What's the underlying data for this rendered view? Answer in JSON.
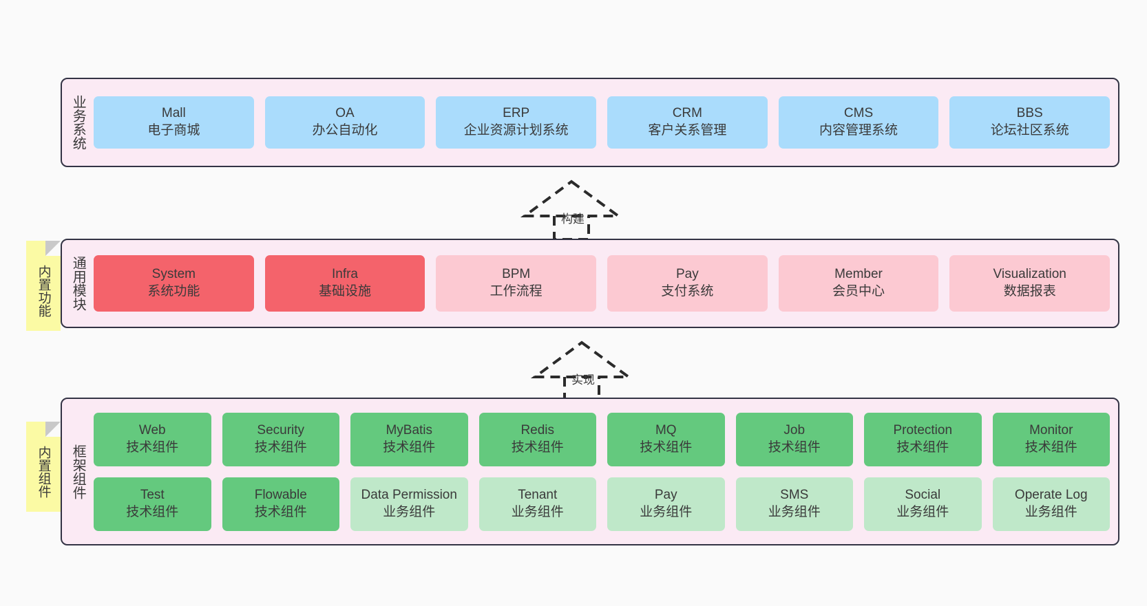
{
  "diagram": {
    "background_color": "#fafafa",
    "layer_fill": "#fbeaf4",
    "layer_border": "#333344",
    "note_color": "#fbfaa4"
  },
  "layers": [
    {
      "id": "business-system",
      "title": "业务系统",
      "color": "#aadcfc",
      "note": null,
      "rows": [
        [
          {
            "en": "Mall",
            "cn": "电子商城"
          },
          {
            "en": "OA",
            "cn": "办公自动化"
          },
          {
            "en": "ERP",
            "cn": "企业资源计划系统"
          },
          {
            "en": "CRM",
            "cn": "客户关系管理"
          },
          {
            "en": "CMS",
            "cn": "内容管理系统"
          },
          {
            "en": "BBS",
            "cn": "论坛社区系统"
          }
        ]
      ]
    },
    {
      "id": "common-module",
      "title": "通用模块",
      "note": "内置功能",
      "rows": [
        [
          {
            "en": "System",
            "cn": "系统功能",
            "color": "#f4636b"
          },
          {
            "en": "Infra",
            "cn": "基础设施",
            "color": "#f4636b"
          },
          {
            "en": "BPM",
            "cn": "工作流程",
            "color": "#fcc9d2"
          },
          {
            "en": "Pay",
            "cn": "支付系统",
            "color": "#fcc9d2"
          },
          {
            "en": "Member",
            "cn": "会员中心",
            "color": "#fcc9d2"
          },
          {
            "en": "Visualization",
            "cn": "数据报表",
            "color": "#fcc9d2"
          }
        ]
      ]
    },
    {
      "id": "framework-component",
      "title": "框架组件",
      "note": "内置组件",
      "rows": [
        [
          {
            "en": "Web",
            "cn": "技术组件",
            "color": "#64c97e"
          },
          {
            "en": "Security",
            "cn": "技术组件",
            "color": "#64c97e"
          },
          {
            "en": "MyBatis",
            "cn": "技术组件",
            "color": "#64c97e"
          },
          {
            "en": "Redis",
            "cn": "技术组件",
            "color": "#64c97e"
          },
          {
            "en": "MQ",
            "cn": "技术组件",
            "color": "#64c97e"
          },
          {
            "en": "Job",
            "cn": "技术组件",
            "color": "#64c97e"
          },
          {
            "en": "Protection",
            "cn": "技术组件",
            "color": "#64c97e"
          },
          {
            "en": "Monitor",
            "cn": "技术组件",
            "color": "#64c97e"
          }
        ],
        [
          {
            "en": "Test",
            "cn": "技术组件",
            "color": "#64c97e"
          },
          {
            "en": "Flowable",
            "cn": "技术组件",
            "color": "#64c97e"
          },
          {
            "en": "Data Permission",
            "cn": "业务组件",
            "color": "#bfe8c9"
          },
          {
            "en": "Tenant",
            "cn": "业务组件",
            "color": "#bfe8c9"
          },
          {
            "en": "Pay",
            "cn": "业务组件",
            "color": "#bfe8c9"
          },
          {
            "en": "SMS",
            "cn": "业务组件",
            "color": "#bfe8c9"
          },
          {
            "en": "Social",
            "cn": "业务组件",
            "color": "#bfe8c9"
          },
          {
            "en": "Operate Log",
            "cn": "业务组件",
            "color": "#bfe8c9"
          }
        ]
      ]
    }
  ],
  "connectors": [
    {
      "id": "build-arrow",
      "label": "构建"
    },
    {
      "id": "implement-arrow",
      "label": "实现"
    }
  ]
}
